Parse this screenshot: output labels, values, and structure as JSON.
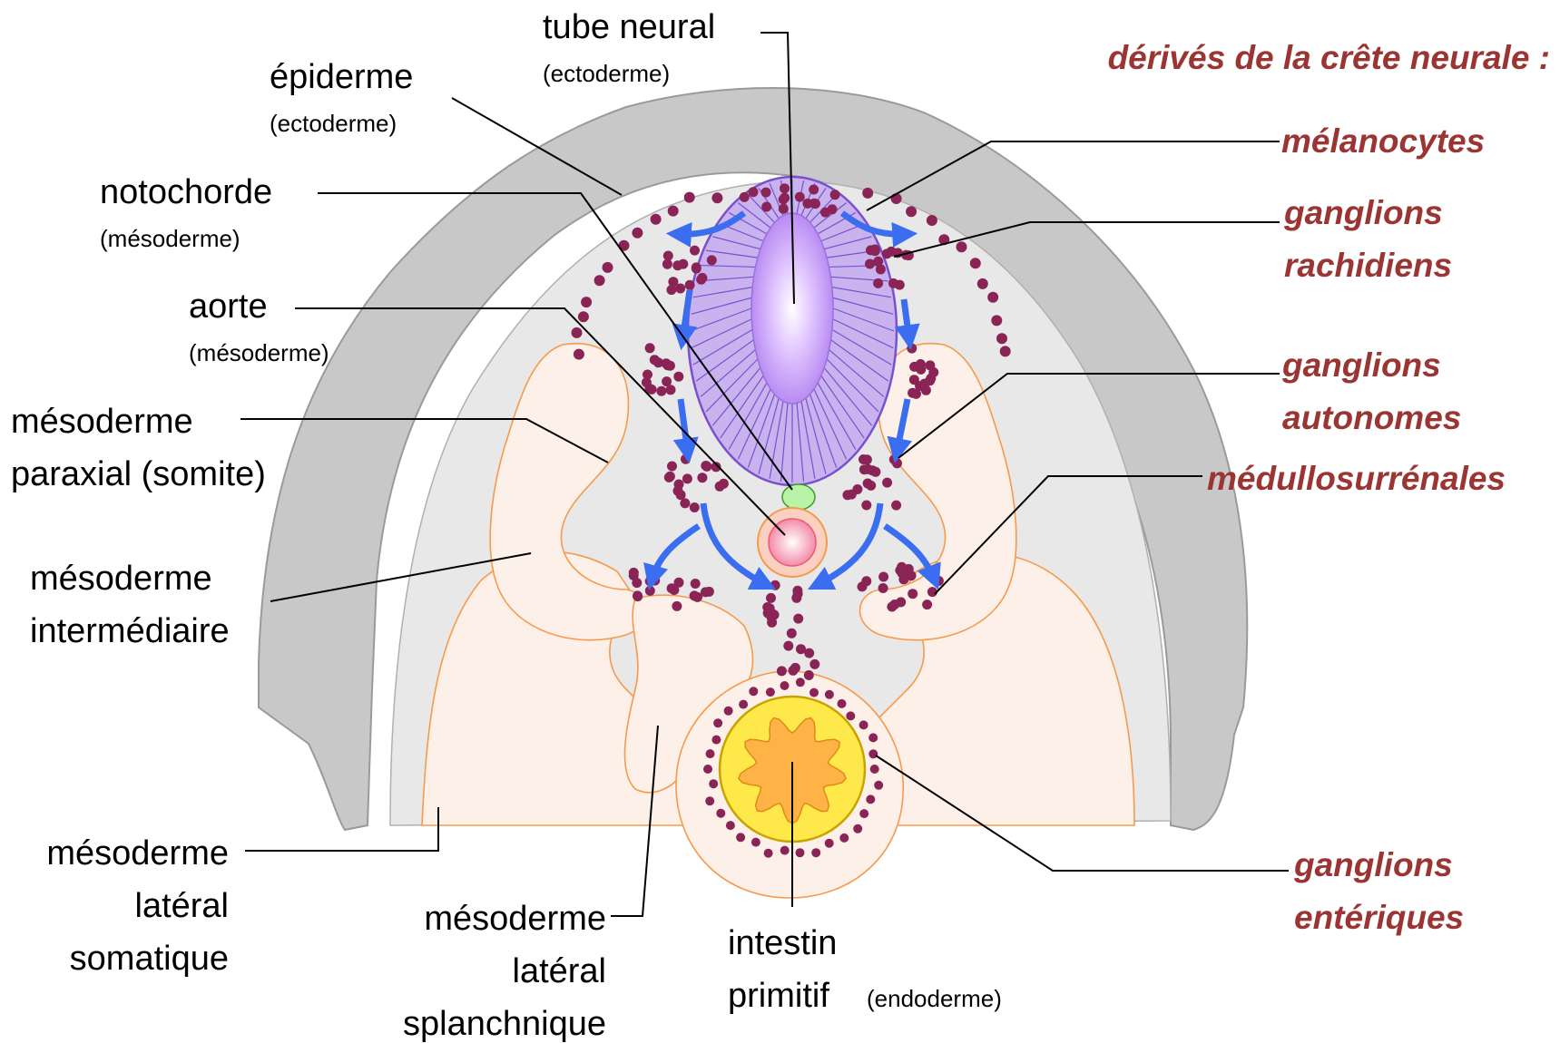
{
  "colors": {
    "crest_label": "#9b3533",
    "epidermis": "#c8c8c8",
    "mesenchyme": "#e8e8e8",
    "mesoderm": "#fdf0e8",
    "mesoderm_outline": "#f59a4d",
    "crest_cells": "#8a2457",
    "migration_arrows": "#3a6df0",
    "neural_tube": "#c9b3ef",
    "notochord": "#b9f3a6",
    "aorta": "#f7a0b5",
    "gut": "#ffe84a",
    "gut_lumen": "#ffb347"
  },
  "labels": {
    "neural_tube": {
      "name": "tube neural",
      "layer": "(ectoderme)"
    },
    "epidermis": {
      "name": "épiderme",
      "layer": "(ectoderme)"
    },
    "notochord": {
      "name": "notochorde",
      "layer": "(mésoderme)"
    },
    "aorta": {
      "name": "aorte",
      "layer": "(mésoderme)"
    },
    "paraxial": {
      "line1": "mésoderme",
      "line2": "paraxial (somite)"
    },
    "intermediate": {
      "line1": "mésoderme",
      "line2": "intermédiaire"
    },
    "somatic": {
      "line1": "mésoderme",
      "line2": "latéral",
      "line3": "somatique"
    },
    "splanchnic": {
      "line1": "mésoderme",
      "line2": "latéral",
      "line3": "splanchnique"
    },
    "gut": {
      "line1": "intestin",
      "line2": "primitif",
      "layer": "(endoderme)"
    }
  },
  "derivatives": {
    "title": "dérivés de la crête neurale :",
    "melanocytes": "mélanocytes",
    "dorsal_root_1": "ganglions",
    "dorsal_root_2": "rachidiens",
    "autonomic_1": "ganglions",
    "autonomic_2": "autonomes",
    "adrenal_medulla": "médullosurrénales",
    "enteric_1": "ganglions",
    "enteric_2": "entériques"
  }
}
